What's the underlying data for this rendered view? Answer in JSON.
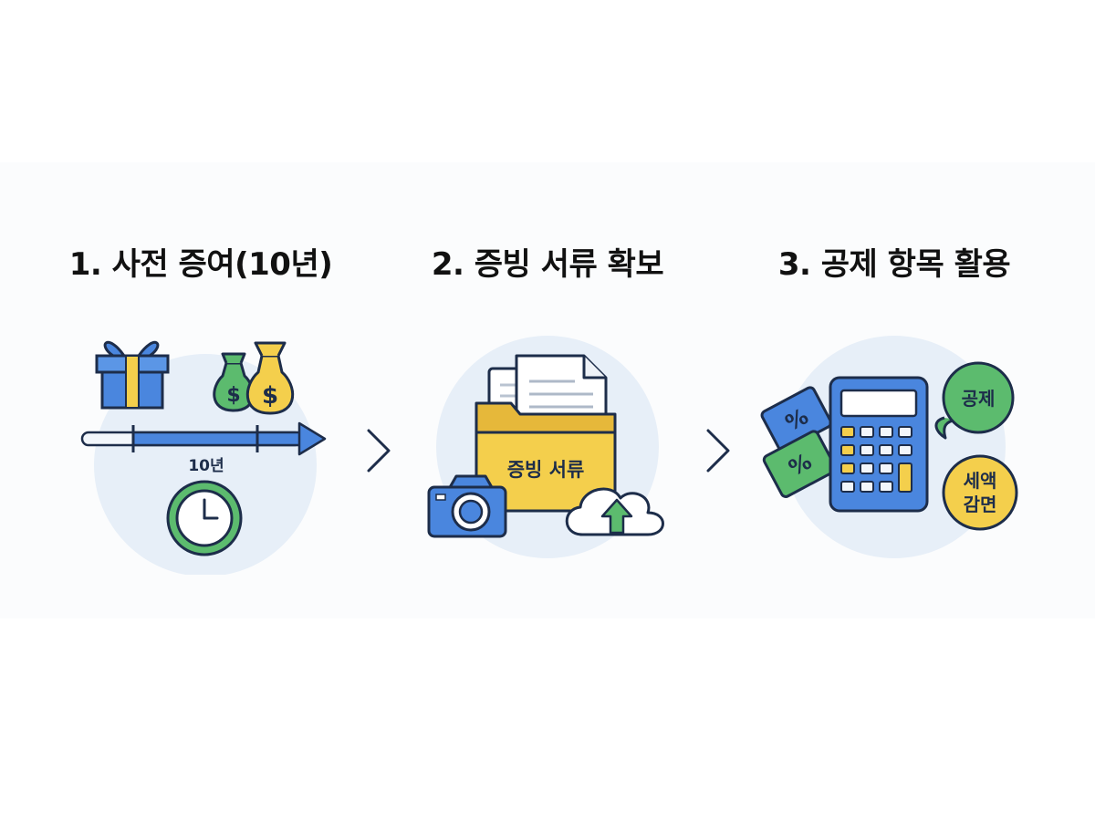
{
  "steps": [
    {
      "title": "1. 사전 증여(10년)",
      "timeline_label": "10년",
      "icons": [
        "gift-box-icon",
        "money-bag-icon",
        "timeline-arrow-icon",
        "clock-icon"
      ]
    },
    {
      "title": "2. 증빙 서류 확보",
      "folder_label": "증빙 서류",
      "icons": [
        "document-icon",
        "folder-icon",
        "camera-icon",
        "cloud-upload-icon"
      ]
    },
    {
      "title": "3. 공제 항목 활용",
      "bubble_deduction": "공제",
      "bubble_tax_line1": "세액",
      "bubble_tax_line2": "감면",
      "icons": [
        "percent-card-icon",
        "calculator-icon",
        "speech-bubble-icon"
      ]
    }
  ],
  "colors": {
    "circle_bg": "#e7eff8",
    "blue": "#4a86de",
    "dark_navy": "#1d2d4a",
    "yellow": "#f4cf4c",
    "green": "#5cbb6e",
    "gray_key": "#c7d6ea"
  }
}
